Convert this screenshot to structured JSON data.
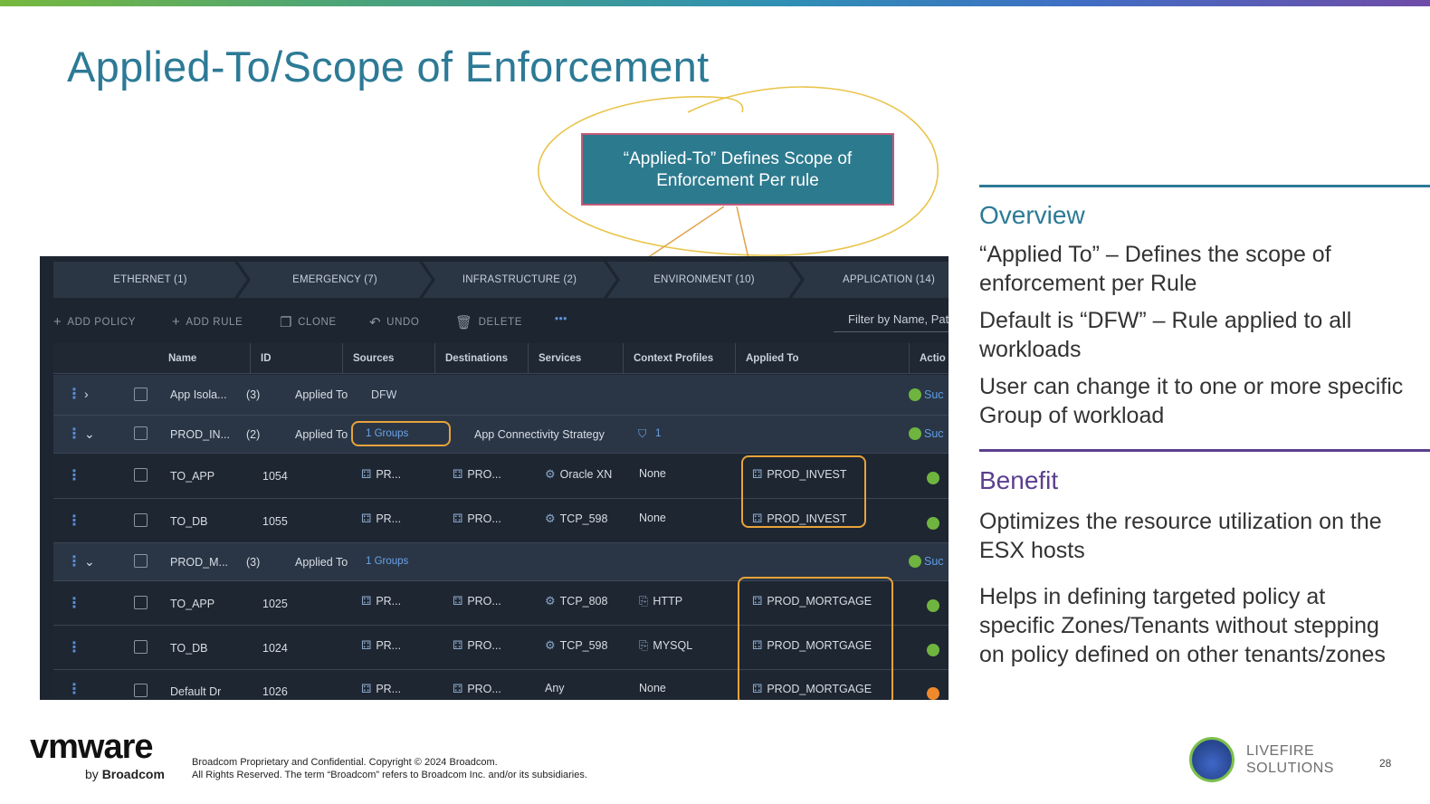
{
  "slide": {
    "title": "Applied-To/Scope of Enforcement",
    "callout": "“Applied-To”  Defines Scope of\nEnforcement Per rule",
    "page_number": "28",
    "colors": {
      "title": "#2c7a96",
      "overview": "#2c7a96",
      "benefit": "#5b3f8f",
      "callout_bg": "#2c7a8e",
      "highlight": "#e8a33a"
    }
  },
  "overview": {
    "heading": "Overview",
    "p1": "“Applied To” – Defines the scope of enforcement per Rule",
    "p2": "Default is “DFW” – Rule applied to all workloads",
    "p3": "User can change it to one or more specific Group of workload"
  },
  "benefit": {
    "heading": "Benefit",
    "p1": "Optimizes the resource utilization on the ESX hosts",
    "p2": "Helps in defining targeted policy at specific Zones/Tenants without stepping on policy defined on other tenants/zones"
  },
  "ui": {
    "categories": [
      "ETHERNET (1)",
      "EMERGENCY (7)",
      "INFRASTRUCTURE (2)",
      "ENVIRONMENT (10)",
      "APPLICATION (14)"
    ],
    "toolbar": {
      "add_policy": "ADD POLICY",
      "add_rule": "ADD RULE",
      "clone": "CLONE",
      "undo": "UNDO",
      "delete": "DELETE",
      "more": "•••",
      "filter_placeholder": "Filter by Name, Pat"
    },
    "columns": [
      "Name",
      "ID",
      "Sources",
      "Destinations",
      "Services",
      "Context Profiles",
      "Applied To",
      "Actio"
    ],
    "sections": [
      {
        "name": "App Isola...",
        "count": "(3)",
        "applied_label": "Applied To",
        "applied_value": "DFW",
        "status": "Suc"
      },
      {
        "name": "PROD_IN...",
        "count": "(2)",
        "applied_label": "Applied To",
        "applied_value": "1 Groups",
        "strategy": "App Connectivity Strategy",
        "strategy_count": "1",
        "status": "Suc"
      },
      {
        "name": "PROD_M...",
        "count": "(3)",
        "applied_label": "Applied To",
        "applied_value": "1 Groups",
        "status": "Suc"
      }
    ],
    "rules_invest": [
      {
        "name": "TO_APP",
        "id": "1054",
        "sources": "PR...",
        "destinations": "PRO...",
        "services": "Oracle XN",
        "context": "None",
        "applied": "PROD_INVEST"
      },
      {
        "name": "TO_DB",
        "id": "1055",
        "sources": "PR...",
        "destinations": "PRO...",
        "services": "TCP_598",
        "context": "None",
        "applied": "PROD_INVEST"
      }
    ],
    "rules_mortgage": [
      {
        "name": "TO_APP",
        "id": "1025",
        "sources": "PR...",
        "destinations": "PRO...",
        "services": "TCP_808",
        "context": "HTTP",
        "applied": "PROD_MORTGAGE"
      },
      {
        "name": "TO_DB",
        "id": "1024",
        "sources": "PR...",
        "destinations": "PRO...",
        "services": "TCP_598",
        "context": "MYSQL",
        "applied": "PROD_MORTGAGE"
      },
      {
        "name": "Default Dr",
        "id": "1026",
        "sources": "PR...",
        "destinations": "PRO...",
        "services": "Any",
        "context": "None",
        "applied": "PROD_MORTGAGE"
      }
    ]
  },
  "footer": {
    "logo": "vmware",
    "by": "by",
    "broadcom": "Broadcom",
    "legal1": "Broadcom Proprietary and Confidential. Copyright © 2024 Broadcom.",
    "legal2": "All Rights Reserved. The term “Broadcom” refers to Broadcom Inc. and/or its subsidiaries.",
    "partner": "LIVEFIRE\nSOLUTIONS"
  }
}
